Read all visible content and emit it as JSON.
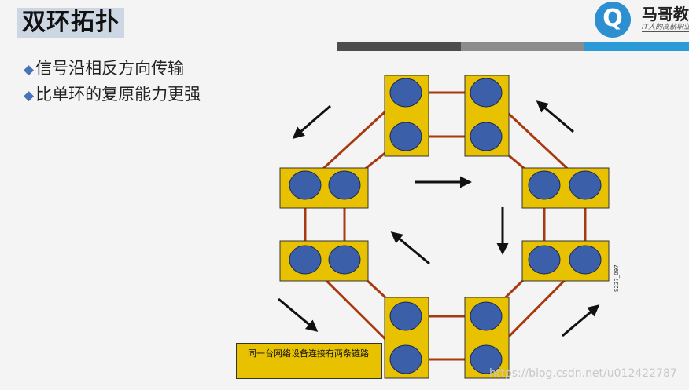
{
  "slide": {
    "title": "双环拓扑",
    "bullets": [
      "信号沿相反方向传输",
      "比单环的复原能力更强"
    ],
    "bullet_mark": "◆"
  },
  "logo": {
    "icon": "magedu-logo-icon",
    "name": "马哥教育",
    "slogan": "IT人的高薪职业学院"
  },
  "diagram": {
    "caption": "同一台网络设备连接有两条链路",
    "figure_code": "S227_097",
    "colors": {
      "device": "#e8c200",
      "port": "#3b5fa8",
      "link": "#a83a12",
      "arrow": "#111111"
    }
  },
  "watermark": "https://blog.csdn.net/u012422787"
}
